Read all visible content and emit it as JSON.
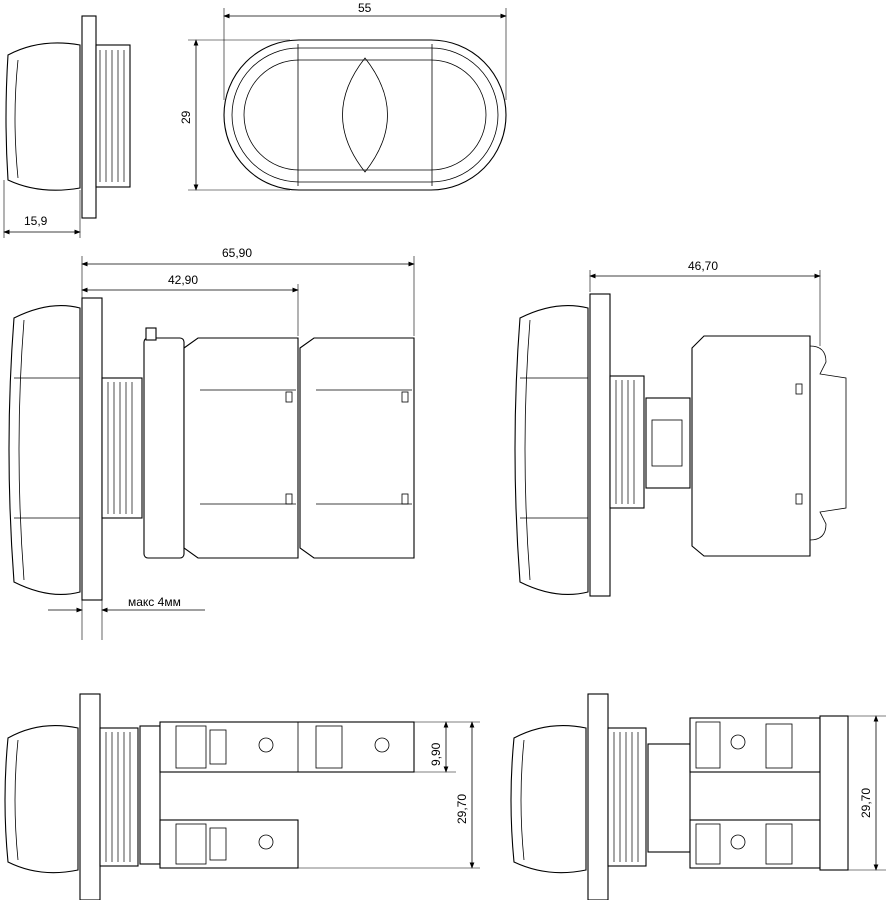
{
  "dimensions": {
    "width_55": "55",
    "height_29": "29",
    "depth_15_9": "15,9",
    "length_65_90": "65,90",
    "length_42_90": "42,90",
    "length_46_70": "46,70",
    "max_panel": "макс 4мм",
    "height_9_90": "9,90",
    "height_29_70_left": "29,70",
    "height_29_70_right": "29,70"
  }
}
